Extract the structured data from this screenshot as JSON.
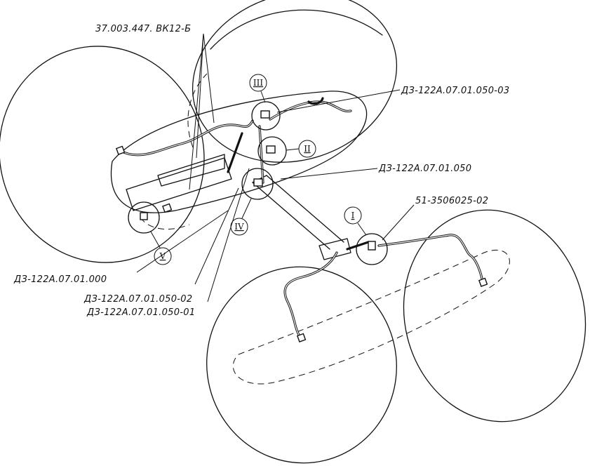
{
  "callouts": {
    "part_a": "37.003.447. ВК12-Б",
    "part_b": "ДЗ-122А.07.01.050-03",
    "part_c": "ДЗ-122А.07.01.050",
    "part_d": "51-3506025-02",
    "part_e": "ДЗ-122А.07.01.000",
    "part_f": "ДЗ-122А.07.01.050-02",
    "part_g": "ДЗ-122А.07.01.050-01"
  },
  "views": {
    "v1": "I",
    "v2": "II",
    "v3": "III",
    "v4": "IV",
    "v5": "V"
  },
  "colors": {
    "ink": "#111111",
    "paper": "#ffffff"
  }
}
